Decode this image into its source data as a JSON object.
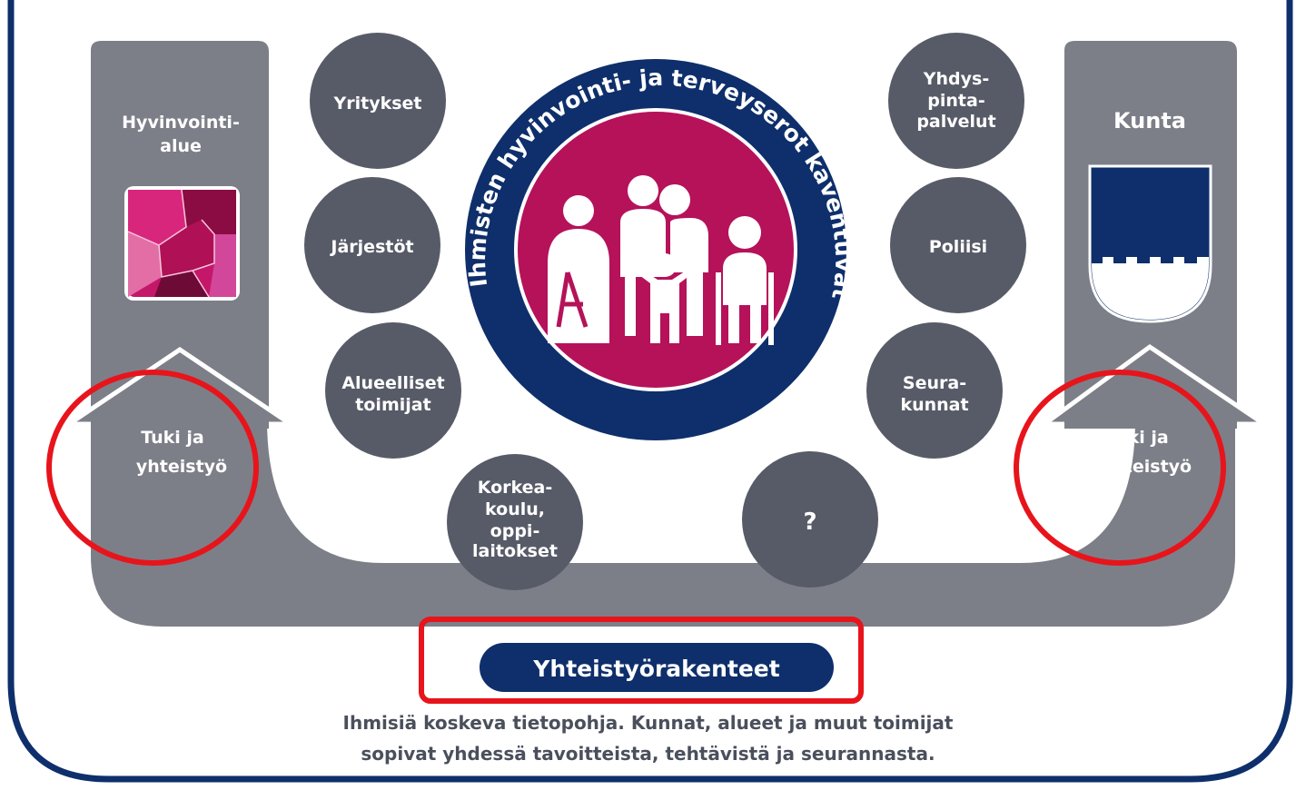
{
  "left_column": {
    "title_line1": "Hyvinvointi-",
    "title_line2": "alue",
    "arrow_line1": "Tuki ja",
    "arrow_line2": "yhteistyö"
  },
  "right_column": {
    "title": "Kunta",
    "arrow_line1": "Tuki ja",
    "arrow_line2": "yhteistyö"
  },
  "actors": {
    "yritykset": "Yritykset",
    "jarjestot": "Järjestöt",
    "alueelliset_1": "Alueelliset",
    "alueelliset_2": "toimijat",
    "korkeakoulu_1": "Korkea-",
    "korkeakoulu_2": "koulu,",
    "korkeakoulu_3": "oppi-",
    "korkeakoulu_4": "laitokset",
    "yhdys_1": "Yhdys-",
    "yhdys_2": "pinta-",
    "yhdys_3": "palvelut",
    "poliisi": "Poliisi",
    "seura_1": "Seura-",
    "seura_2": "kunnat",
    "unknown": "?"
  },
  "center_ring_text": "Ihmisten hyvinvointi- ja terveyserot kaventuvat",
  "structure_label": "Yhteistyörakenteet",
  "footer_line1": "Ihmisiä koskeva tietopohja. Kunnat, alueet ja muut toimijat",
  "footer_line2": "sopivat yhdessä tavoitteista, tehtävistä ja seurannasta.",
  "colors": {
    "grey": "#7c7f88",
    "dark_circle": "#575b67",
    "navy": "#0e2f6b",
    "magenta": "#b5125a",
    "highlight": "#e8141b"
  }
}
